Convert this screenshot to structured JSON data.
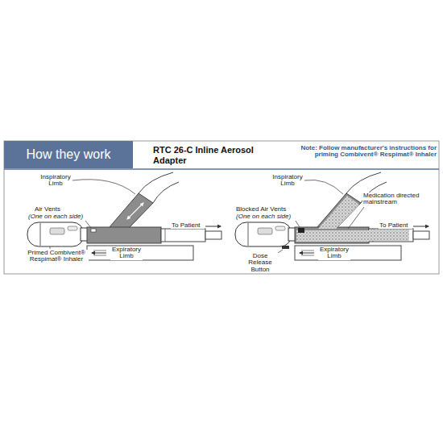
{
  "diagram": {
    "title": "RTC 26-C Inline Aerosol Adapter",
    "nodes": [
      {
        "text": [
          "How they work"
        ]
      }
    ],
    "labels": [
      "Note: Follow manufacturer's instructions for priming Combivent® Respimat® Inhaler",
      "Inspiratory Limb",
      "Air Vents",
      "(One on each side)",
      "Primed Combivent® Respimat® Inhaler",
      "Expiratory Limb",
      "To Patient",
      "Inspiratory Limb",
      "Medication directed mainstream",
      "Blocked Air Vents",
      "(One on each side)",
      "Dose Release Button",
      "Expiratory Limb",
      "To Patient"
    ]
  }
}
